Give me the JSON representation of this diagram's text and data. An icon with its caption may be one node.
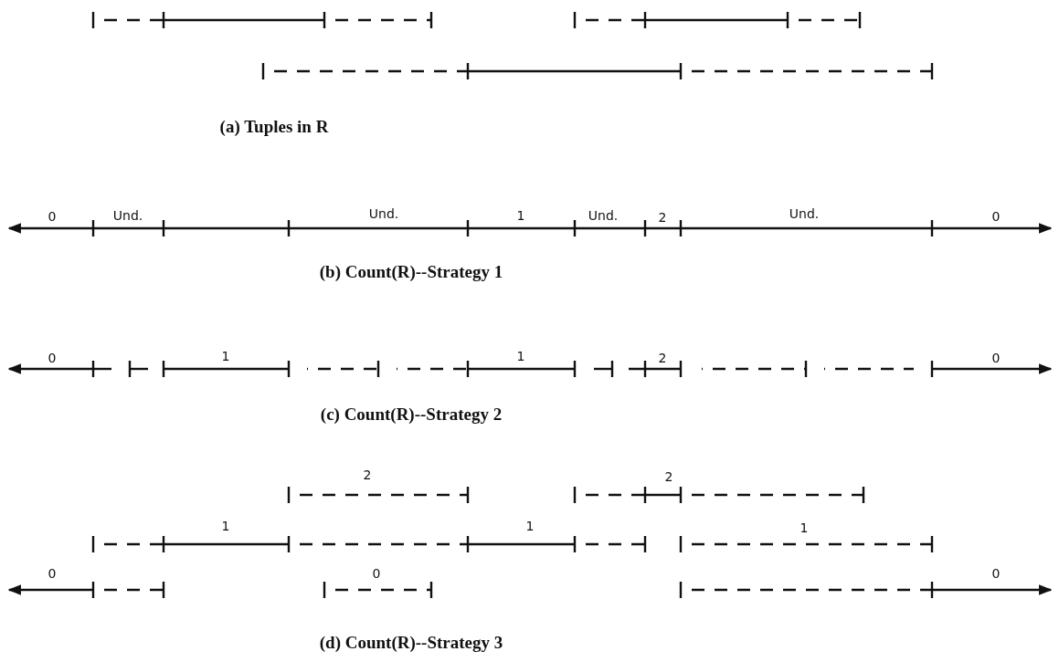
{
  "diagram": {
    "labels": [
      "(a) Tuples in R",
      "0",
      "Und.",
      "Und.",
      "1",
      "Und.",
      "2",
      "Und.",
      "0",
      "(b) Count(R)--Strategy 1",
      "0",
      "1",
      "1",
      "2",
      "0",
      "(c) Count(R)--Strategy 2",
      "2",
      "2",
      "1",
      "1",
      "1",
      "0",
      "0",
      "0",
      "(d) Count(R)--Strategy 3"
    ]
  }
}
